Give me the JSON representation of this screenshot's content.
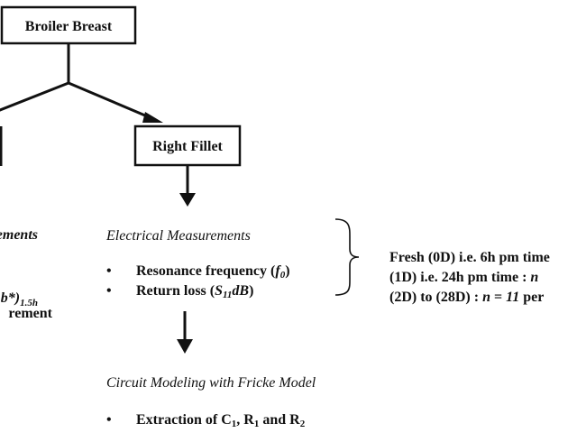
{
  "root": {
    "label": "Broiler Breast"
  },
  "right_fillet": {
    "label": "Right Fillet"
  },
  "left_partial": {
    "heading_fragment": "ements",
    "line1_fragment": "b*)",
    "line1_sub": "1.5h",
    "line2_fragment": "rement"
  },
  "electrical": {
    "heading": "Electrical Measurements",
    "items": [
      {
        "text": "Resonance frequency (",
        "sym": "f",
        "sub": "0",
        "end": ")"
      },
      {
        "text": "Return loss (",
        "sym": "S",
        "sub": "11",
        "sym2": "dB",
        "end": ")"
      }
    ]
  },
  "timepoints": [
    {
      "text": "Fresh  (0D)  i.e.  6h  pm  time"
    },
    {
      "text": "(1D) i.e. 24h pm time : ",
      "n": "n"
    },
    {
      "pre": "(2D) to (28D) : ",
      "n": "n",
      "eq": " = ",
      "val": "11",
      "post": " per"
    }
  ],
  "circuit": {
    "heading": "Circuit Modeling with Fricke Model",
    "item": {
      "pre": "Extraction  of C",
      "s1": "1",
      "m1": ", R",
      "s2": "1",
      "m2": " and R",
      "s3": "2"
    }
  },
  "bullet": "•"
}
